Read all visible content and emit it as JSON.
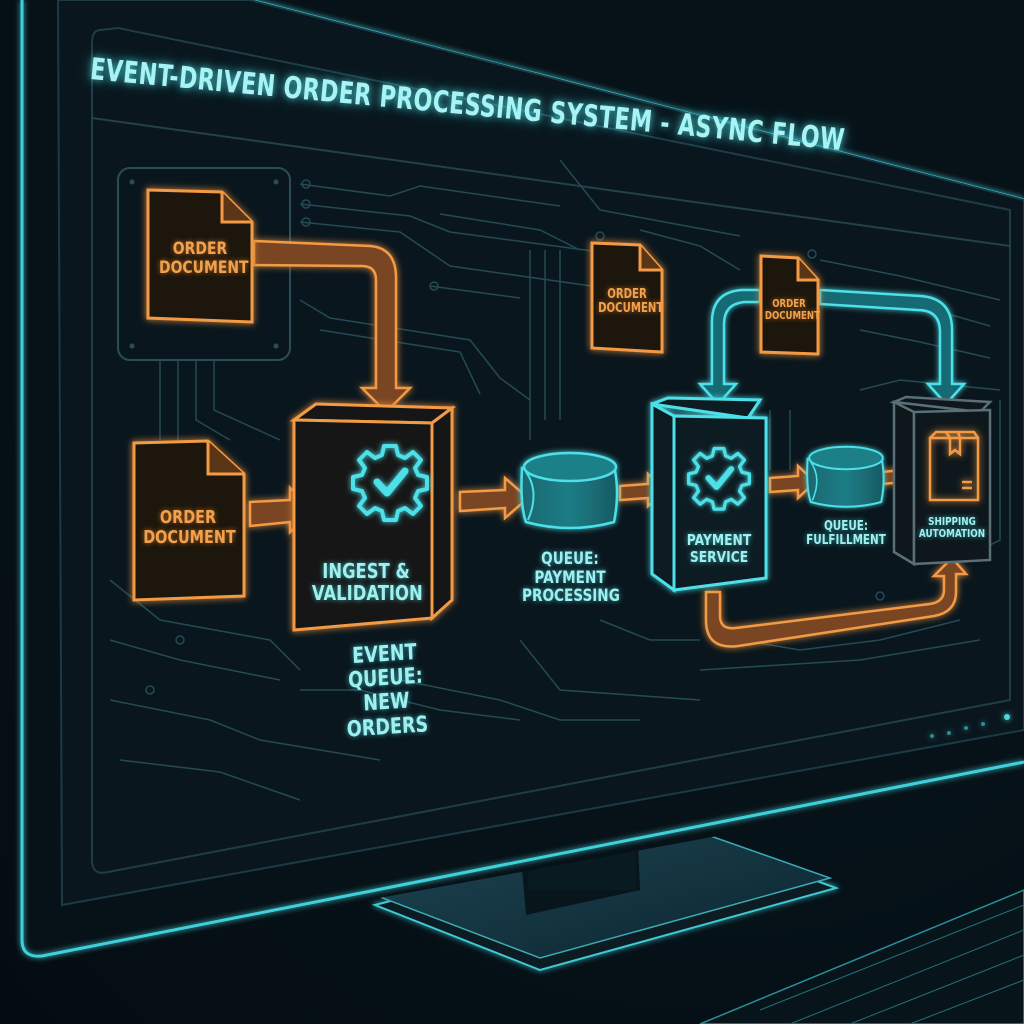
{
  "diagram": {
    "title": "EVENT-DRIVEN ORDER PROCESSING SYSTEM - ASYNC FLOW",
    "colors": {
      "accent_cyan": "#4de0e8",
      "accent_orange": "#f08a2c",
      "background": "#06141b",
      "screen": "#0a161d",
      "circuit": "#2b4f5a"
    },
    "nodes": {
      "order_doc_top": {
        "line1": "ORDER",
        "line2": "DOCUMENT"
      },
      "order_doc_left": {
        "line1": "ORDER",
        "line2": "DOCUMENT"
      },
      "order_doc_mid": {
        "line1": "ORDER",
        "line2": "DOCUMENT"
      },
      "order_doc_right": {
        "line1": "ORDER",
        "line2": "DOCUMENT"
      },
      "ingest": {
        "line1": "INGEST &",
        "line2": "VALIDATION",
        "icon": "gear-check-icon"
      },
      "event_queue": {
        "line1": "EVENT QUEUE:",
        "line2": "NEW ORDERS"
      },
      "queue_payment": {
        "line1": "QUEUE:",
        "line2": "PAYMENT",
        "line3": "PROCESSING",
        "icon": "cylinder-queue-icon"
      },
      "payment_service": {
        "line1": "PAYMENT",
        "line2": "SERVICE",
        "icon": "gear-check-icon"
      },
      "queue_fulfillment": {
        "line1": "QUEUE:",
        "line2": "FULFILLMENT",
        "icon": "cylinder-queue-icon"
      },
      "shipping": {
        "line1": "SHIPPING",
        "line2": "AUTOMATION",
        "icon": "package-box-icon"
      }
    },
    "edges": [
      {
        "from": "order_doc_top",
        "to": "ingest",
        "color": "orange"
      },
      {
        "from": "order_doc_left",
        "to": "ingest",
        "color": "orange"
      },
      {
        "from": "ingest",
        "to": "queue_payment",
        "color": "orange"
      },
      {
        "from": "queue_payment",
        "to": "payment_service",
        "color": "orange"
      },
      {
        "from": "order_doc_right",
        "to": "payment_service",
        "color": "cyan"
      },
      {
        "from": "order_doc_right",
        "to": "shipping",
        "color": "cyan"
      },
      {
        "from": "payment_service",
        "to": "queue_fulfillment",
        "color": "orange"
      },
      {
        "from": "queue_fulfillment",
        "to": "shipping",
        "color": "orange"
      },
      {
        "from": "payment_service",
        "to": "shipping",
        "color": "orange"
      }
    ]
  },
  "device": {
    "monitor": "monitor",
    "status_leds": 5
  }
}
